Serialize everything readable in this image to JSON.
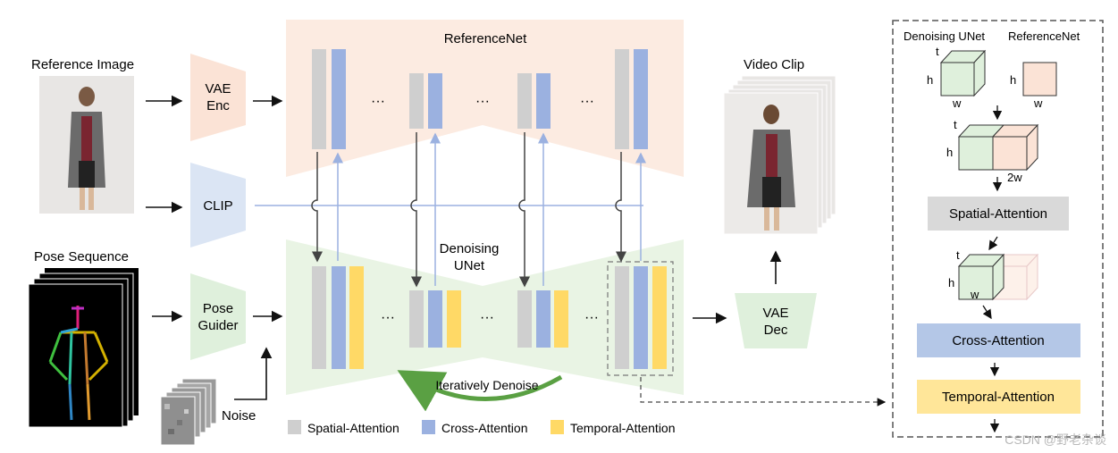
{
  "labels": {
    "reference_image": "Reference Image",
    "pose_sequence": "Pose Sequence",
    "noise": "Noise",
    "video_clip": "Video Clip",
    "vae_enc_1": "VAE",
    "vae_enc_2": "Enc",
    "clip": "CLIP",
    "pose_guider_1": "Pose",
    "pose_guider_2": "Guider",
    "vae_dec_1": "VAE",
    "vae_dec_2": "Dec",
    "referencenet": "ReferenceNet",
    "denoising_unet_1": "Denoising",
    "denoising_unet_2": "UNet",
    "iteratively_denoise": "Iteratively Denoise",
    "ellipsis": "···"
  },
  "legend": [
    {
      "label": "Spatial-Attention",
      "color": "#cfcfcf"
    },
    {
      "label": "Cross-Attention",
      "color": "#9bb1e0"
    },
    {
      "label": "Temporal-Attention",
      "color": "#ffd966"
    }
  ],
  "detail_panel": {
    "denoising_unet": "Denoising UNet",
    "referencenet": "ReferenceNet",
    "t": "t",
    "h": "h",
    "w": "w",
    "two_w": "2w",
    "spatial_attention": "Spatial-Attention",
    "cross_attention": "Cross-Attention",
    "temporal_attention": "Temporal-Attention"
  },
  "watermark": "CSDN @野老杂谈",
  "colors": {
    "enc_fill": "#fbe3d6",
    "clip_fill": "#dbe5f4",
    "pose_fill": "#dff0dc",
    "unet_fill": "#e9f4e4",
    "refnet_fill": "#fcebe1",
    "spatial": "#cfcfcf",
    "cross": "#9bb1e0",
    "temporal": "#ffd966",
    "green_arrow": "#5aa043"
  }
}
